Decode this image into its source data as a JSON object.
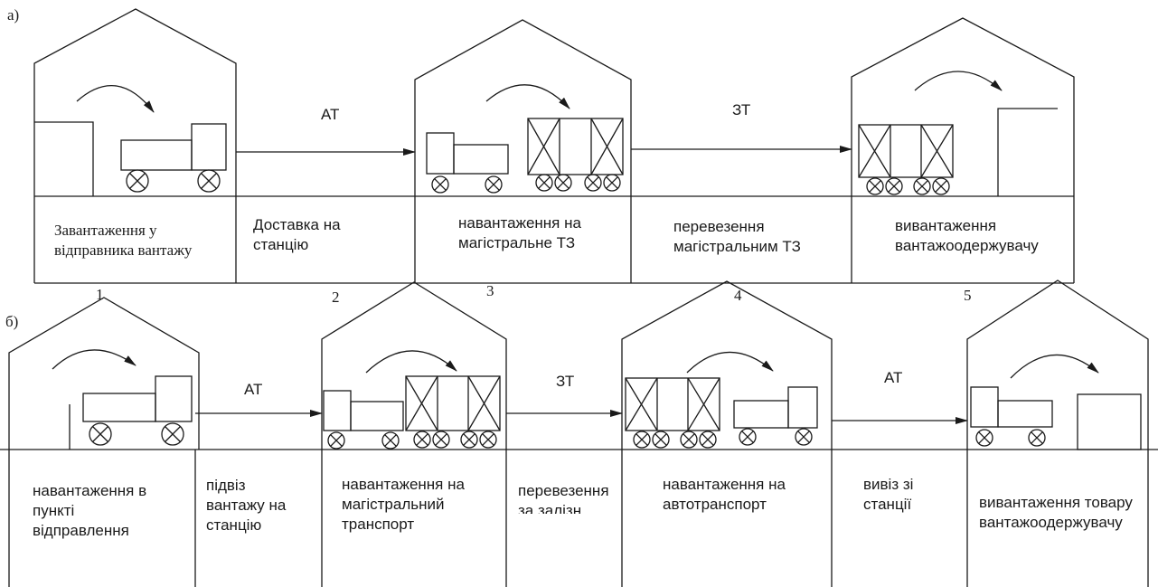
{
  "diagram": {
    "panel_a": {
      "label": "а)",
      "arrows": [
        "АТ",
        "ЗТ"
      ],
      "stages": [
        "Завантаження у\nвідправника вантажу",
        "Доставка на\nстанцію",
        "навантаження на\nмагістральне ТЗ",
        "перевезення\nмагістральним ТЗ",
        "вивантаження\nвантажоодержувачу"
      ],
      "numbers": [
        "1",
        "2",
        "3",
        "4",
        "5"
      ]
    },
    "panel_b": {
      "label": "б)",
      "arrows": [
        "АТ",
        "ЗТ",
        "АТ"
      ],
      "stages": [
        "навантаження в\nпункті\nвідправлення",
        "підвіз\nвантажу на\nстанцію",
        "навантаження на\nмагістральний\nтранспорт",
        "перевезення\nза залізн",
        "навантаження на\nавтотранспорт",
        "вивіз зі\nстанції",
        "вивантаження товару\nвантажоодержувачу"
      ]
    }
  }
}
